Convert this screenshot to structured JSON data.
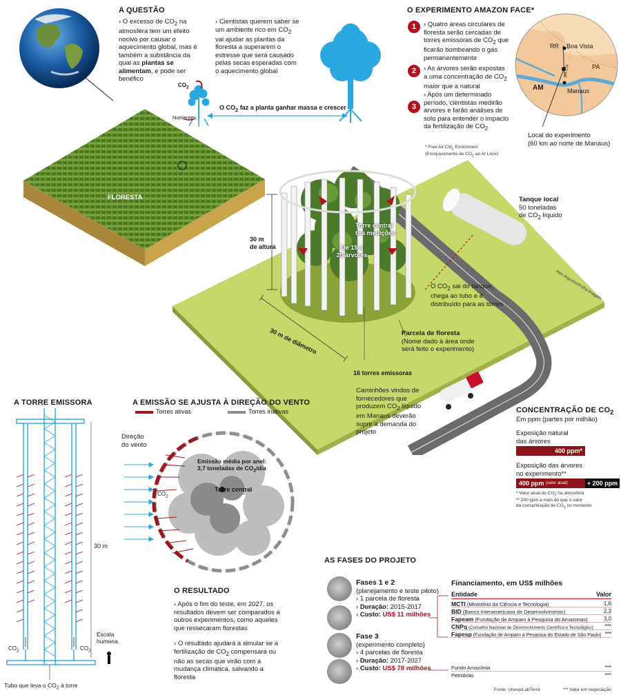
{
  "questao": {
    "title": "A QUESTÃO",
    "p1_a": "O excesso de CO",
    "p1_sub": "2",
    "p1_b": " na atmosfera tem um efeito nocivo por causar o aquecimento global, mas é também a substância da qual as ",
    "p1_bold": "plantas se alimentam",
    "p1_c": ", e pode ser benéfico",
    "p2_a": "Cientistas querem saber se um ambiente rico em CO",
    "p2_sub": "2",
    "p2_b": " vai ajudar as plantas da floresta a superarem o estresse que será causado pelas secas esperadas com o aquecimento global",
    "co2_label": "CO",
    "co2_sub": "2",
    "nutrients_label": "Nutrientes",
    "arrow_text_a": "O CO",
    "arrow_text_sub": "2",
    "arrow_text_b": " faz a planta ganhar massa e crescer",
    "forest_label": "FLORESTA"
  },
  "experimento": {
    "title": "O EXPERIMENTO AMAZON FACE*",
    "step1_num": "1",
    "step1_a": "Quatro áreas circulares de floresta serão cercadas de torres emissoras de CO",
    "step1_sub": "2",
    "step1_b": " que ficarão bombeando o gás permanentemente",
    "step2_num": "2",
    "step2_a": "As árvores serão expostas a uma concentração de CO",
    "step2_sub": "2",
    "step2_b": " maior que a natural",
    "step3_num": "3",
    "step3_a": "Após um determinado período, cientistas medirão árvores e farão análises de solo para entender o impacto da fertilização de CO",
    "step3_sub": "2",
    "footnote_a": "* Free Air CO",
    "footnote_sub": "2",
    "footnote_b": " Enrichment",
    "footnote_c": "(Enriquecimento de CO",
    "footnote_d": " ao Ar Livre)"
  },
  "map": {
    "rr": "RR",
    "boa_vista": "Boa Vista",
    "pa": "PA",
    "am": "AM",
    "manaus": "Manaus",
    "br174": "BR-174",
    "local_label": "Local do experimento",
    "local_detail": "(60 km ao norte de Manaus)"
  },
  "plot": {
    "height_label": "30 m",
    "height_sub": "de altura",
    "tower_central": "Torre central",
    "tower_central_2": "tira medições",
    "trees": "De 15 a",
    "trees_2": "20 árvores",
    "diameter": "30 m de diâmetro",
    "tank_title": "Tanque local",
    "tank_detail": "50 toneladas",
    "tank_detail_2a": "de CO",
    "tank_detail_2_sub": "2",
    "tank_detail_2b": " líquido",
    "co2_flow_a": "O CO",
    "co2_flow_sub": "2",
    "co2_flow_b": " sai do tanque, chega ao tubo e é distribuído para as torres",
    "parcel_title": "Parcela de floresta",
    "parcel_detail": "(Nome dado à área onde será feito o experimento)",
    "towers": "16 torres emissoras",
    "trucks_a": "Caminhões vindos de fornecedores que produzem CO",
    "trucks_sub": "2",
    "trucks_b": " líquido em Manaus deverão suprir a demanda do projeto",
    "credit": "Alex Argozino/Folha Imagem"
  },
  "torre": {
    "title": "A TORRE EMISSORA",
    "height": "30 m",
    "co2_left": "CO",
    "co2_left_sub": "2",
    "co2_right": "CO",
    "co2_right_sub": "2",
    "scale": "Escala",
    "scale_2": "humana",
    "pipe_a": "Tubo que leva o CO",
    "pipe_sub": "2",
    "pipe_b": " à torre"
  },
  "vento": {
    "title": "A EMISSÃO SE AJUSTA À DIREÇÃO DO VENTO",
    "active": "Torres ativas",
    "inactive": "Torres inativas",
    "direction": "Direção",
    "direction_2": "do vento",
    "emission_a": "Emissão média por anel:",
    "emission_b": "3,7 toneladas de CO",
    "emission_sub": "2",
    "emission_c": "/dia",
    "co2": "CO",
    "co2_sub": "2",
    "center_tower": "Torre central",
    "active_color": "#9e1720",
    "inactive_color": "#8f8f8f"
  },
  "concentracao": {
    "title_a": "CONCENTRAÇÃO DE CO",
    "title_sub": "2",
    "subtitle": "Em ppm (partes por milhão)",
    "natural_label": "Exposição natural",
    "natural_label_2": "das árvores",
    "natural_value": "400 ppm*",
    "exp_label": "Exposição das árvores",
    "exp_label_2": "no experimento**",
    "exp_value": "400 ppm",
    "exp_value_note": "(valor atual)",
    "exp_extra": "+ 200 ppm",
    "note1_a": "* Valor atual de CO",
    "note1_sub": "2",
    "note1_b": " na atmosfera",
    "note2": "** 200 ppm a mais do que o valor",
    "note3_a": "da concentração de CO",
    "note3_sub": "2",
    "note3_b": " no momento",
    "bar_color": "#8b1219"
  },
  "resultado": {
    "title": "O RESULTADO",
    "p1": "Após o fim do teste, em 2027, os resultados devem ser comparados a outros experimentos, como aqueles que ressecaram florestas",
    "p2_a": "O resultado ajudará a simular se a fertilização de CO",
    "p2_sub": "2",
    "p2_b": " compensará ou não as secas que virão com a mudança climática, salvando a floresta"
  },
  "fases": {
    "title": "AS FASES DO PROJETO",
    "f1_title": "Fases 1 e 2",
    "f1_sub": "(planejamento e teste piloto)",
    "f1_l1": "1 parcela de floresta",
    "f1_dur_label": "Duração:",
    "f1_dur": "2015-2017",
    "f1_cost_label": "Custo:",
    "f1_cost": "US$ 11 milhões",
    "f3_title": "Fase 3",
    "f3_sub": "(experimento completo)",
    "f3_l1": "4 parcelas de floresta",
    "f3_dur_label": "Duração:",
    "f3_dur": "2017-2027",
    "f3_cost_label": "Custo:",
    "f3_cost": "US$ 78 milhões"
  },
  "financiamento": {
    "title": "Financiamento, em US$ milhões",
    "col_entity": "Entidade",
    "col_value": "Valor",
    "rows": [
      {
        "name": "MCTI",
        "full": "(Ministério da Ciência e Tecnologia)",
        "value": "1,6"
      },
      {
        "name": "BID",
        "full": "(Banco Interamericano de Desenvolvimento)",
        "value": "2,3"
      },
      {
        "name": "Fapeam",
        "full": "(Fundação de Amparo à Pesquisa do Amazonas)",
        "value": "3,0"
      },
      {
        "name": "CNPq",
        "full": "(Conselho Nacional de Desenvolvimento Científico e Tecnológico)",
        "value": "***"
      },
      {
        "name": "Fapesp",
        "full": "(Fundação de Amparo à Pesquisa do Estado de São Paulo)",
        "value": "***"
      }
    ],
    "rows2": [
      {
        "name": "Fundo Amazônia",
        "value": "***"
      },
      {
        "name": "Petrobrás",
        "value": "***"
      }
    ],
    "source": "Fonte: Unesp/LabTerra",
    "note": "*** Valor em negociação"
  }
}
